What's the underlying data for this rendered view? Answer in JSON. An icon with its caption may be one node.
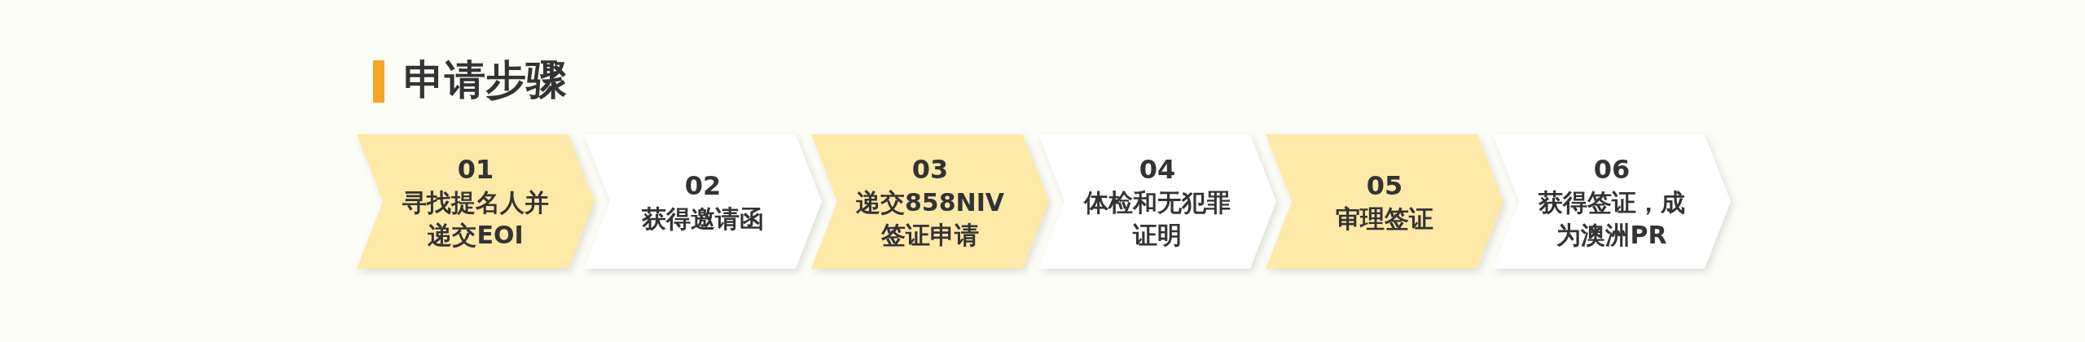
{
  "diagram": {
    "title": "申请步骤",
    "nodes": [
      {
        "text": [
          "01",
          "寻找提名人并递交EOI"
        ]
      },
      {
        "text": [
          "02",
          "获得邀请函"
        ]
      },
      {
        "text": [
          "03",
          "递交858NIV签证申请"
        ]
      },
      {
        "text": [
          "04",
          "体检和无犯罪证明"
        ]
      },
      {
        "text": [
          "05",
          "审理签证"
        ]
      },
      {
        "text": [
          "06",
          "获得签证，成为澳洲PR"
        ]
      }
    ]
  }
}
